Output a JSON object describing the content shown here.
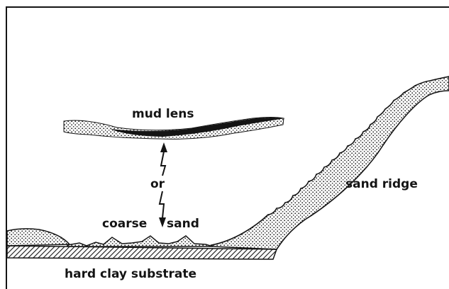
{
  "labels": {
    "mud_lens": "mud lens",
    "or": "or",
    "coarse": "coarse",
    "sand": "sand",
    "sand_ridge": "sand ridge",
    "substrate": "hard clay substrate"
  },
  "colors": {
    "ink": "#141414",
    "stipple": "#1a1a1a",
    "background": "#ffffff"
  }
}
